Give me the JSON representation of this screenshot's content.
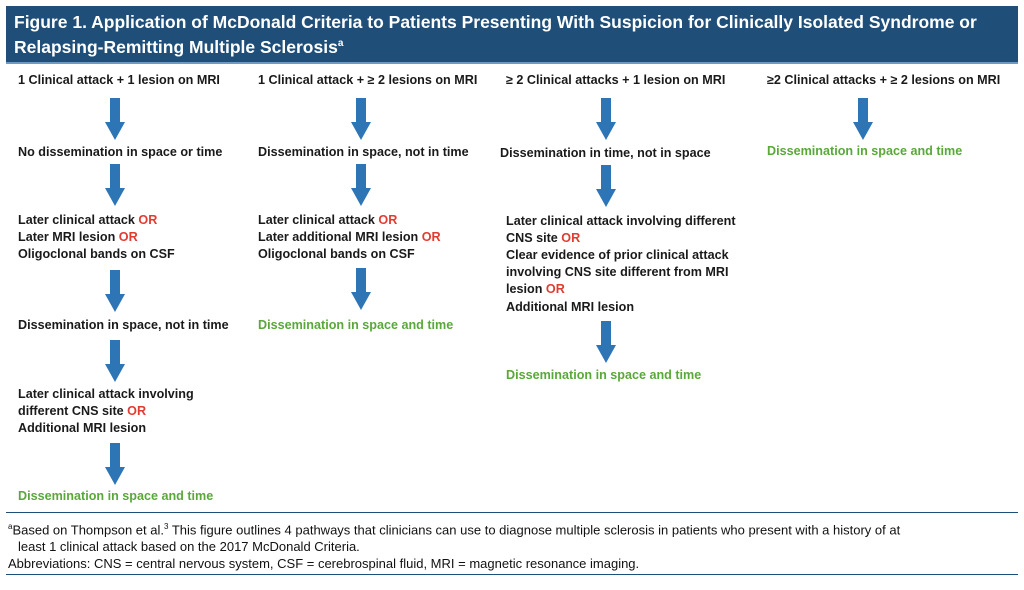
{
  "header": {
    "title": "Figure 1. Application of McDonald Criteria to Patients Presenting With Suspicion for Clinically Isolated Syndrome or",
    "title_line2": "Relapsing-Remitting Multiple Sclerosis",
    "title_sup": "a"
  },
  "colors": {
    "header_bg": "#1f4e79",
    "arrow": "#2e75b6",
    "or": "#e03c31",
    "result": "#5aa83a"
  },
  "col1": {
    "head": "1 Clinical attack + 1 lesion on MRI",
    "s1": "No dissemination in space or time",
    "s2_l1": "Later clinical attack",
    "s2_l2": "Later MRI lesion",
    "s2_l3": "Oligoclonal bands on CSF",
    "or": "OR",
    "s3": "Dissemination in space, not in time",
    "s4_l1": "Later clinical attack involving",
    "s4_l2": "different CNS site",
    "s4_l3": "Additional MRI lesion",
    "result": "Dissemination in space and time"
  },
  "col2": {
    "head": "1 Clinical attack + ≥ 2 lesions on MRI",
    "s1": "Dissemination in space, not in time",
    "s2_l1": "Later clinical attack",
    "s2_l2": "Later additional MRI lesion",
    "s2_l3": "Oligoclonal bands on CSF",
    "or": "OR",
    "result": "Dissemination in space and time"
  },
  "col3": {
    "head": "≥ 2 Clinical attacks + 1 lesion on MRI",
    "s1": "Dissemination in time, not in space",
    "s2_l1": "Later clinical attack involving different",
    "s2_l2": "CNS site",
    "s2_l3": "Clear evidence of prior clinical attack",
    "s2_l4": "involving CNS site different from MRI",
    "s2_l5": "lesion",
    "s2_l6": "Additional MRI lesion",
    "or": "OR",
    "result": "Dissemination in space and time"
  },
  "col4": {
    "head": "≥2 Clinical attacks + ≥ 2 lesions on MRI",
    "result": "Dissemination in space and time"
  },
  "footer": {
    "sup": "a",
    "note_a": "Based on Thompson et al.",
    "note_ref": "3",
    "note_b": " This figure outlines 4 pathways that clinicians can use to diagnose multiple sclerosis in patients who present with a history of at",
    "note_c": "least 1 clinical attack based on the 2017 McDonald Criteria.",
    "abbrev": "Abbreviations: CNS = central nervous system, CSF = cerebrospinal fluid, MRI = magnetic resonance imaging."
  }
}
